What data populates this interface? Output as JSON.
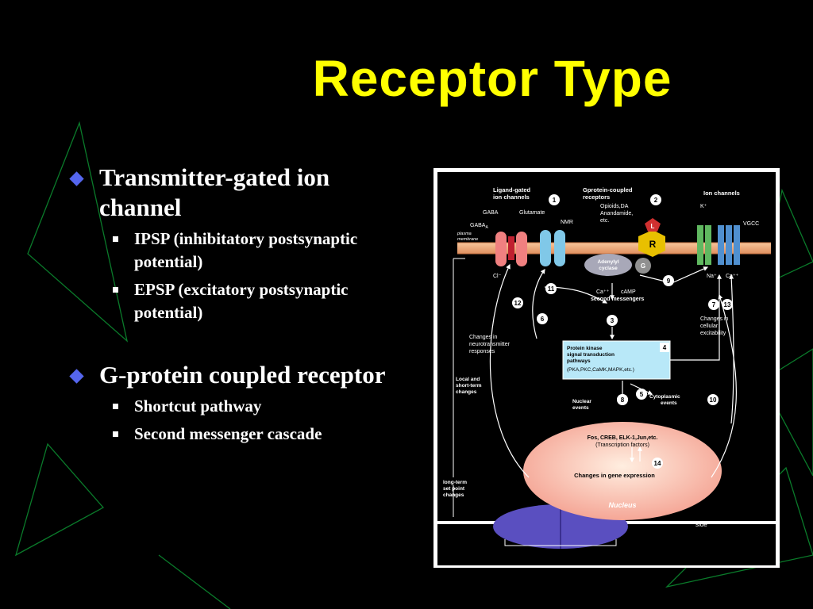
{
  "slide": {
    "title": "Receptor Type",
    "bullets": [
      {
        "text": "Transmitter-gated ion channel",
        "sub": [
          "IPSP (inhibitatory postsynaptic potential)",
          "EPSP (excitatory postsynaptic potential)"
        ]
      },
      {
        "text": "G-protein coupled receptor",
        "sub": [
          "Shortcut pathway",
          "Second messenger cascade"
        ]
      }
    ]
  },
  "figure": {
    "ligand_gated": "Ligand-gated",
    "ion_channels_l": "ion channels",
    "gprotein_coupled": "Gprotein-coupled",
    "receptors": "receptors",
    "ion_channels": "Ion channels",
    "gaba": "GABA",
    "gaba_a": "GABA",
    "gaba_a_sub": "A",
    "glutamate": "Glutamate",
    "nmr": "NMR",
    "opioids": "Opioids,DA",
    "anandamide": "Anandamide,",
    "etc": "etc.",
    "k_plus": "K⁺",
    "vgcc": "VGCC",
    "plasma": "plasma",
    "membrane": "membrane",
    "adenylyl": "Adenylyl",
    "cyclase": "cyclase",
    "l": "L",
    "r": "R",
    "g": "G",
    "cl": "Cl⁻",
    "ca": "Ca⁺⁺",
    "camp": "cAMP",
    "second_messengers": "second messengers",
    "na": "Na⁺",
    "ca2": "Ca⁺⁺",
    "changes_in_l1": "Changes in",
    "changes_in_l2": "neurotransmitter",
    "changes_in_l3": "responses",
    "changes_cell_l1": "Changes in",
    "changes_cell_l2": "cellular",
    "changes_cell_l3": "excitability",
    "pk_l1": "Protein kinase",
    "pk_l2": "signal transduction",
    "pk_l3": "pathways",
    "pk_l4": "(PKA,PKC,CaMK,MAPK,etc.)",
    "local_l1": "Local and",
    "local_l2": "short-term",
    "local_l3": "changes",
    "nuclear_l1": "Nuclear",
    "nuclear_l2": "events",
    "cyto_l1": "Cytoplasmic",
    "cyto_l2": "events",
    "tf_l1": "Fos, CREB, ELK-1,Jun,etc.",
    "tf_l2": "(Transcription factors)",
    "gene_expr": "Changes in gene expression",
    "longterm_l1": "long-term",
    "longterm_l2": "set point",
    "longterm_l3": "changes",
    "nucleus": "Nucleus",
    "side": "side",
    "gprotein": "G-protein",
    "num1": "1",
    "num2": "2",
    "num3": "3",
    "num4": "4",
    "num5": "5",
    "num6": "6",
    "num7": "7",
    "num8": "8",
    "num9": "9",
    "num10": "10",
    "num11": "11",
    "num12": "12",
    "num13": "13",
    "num14": "14"
  }
}
